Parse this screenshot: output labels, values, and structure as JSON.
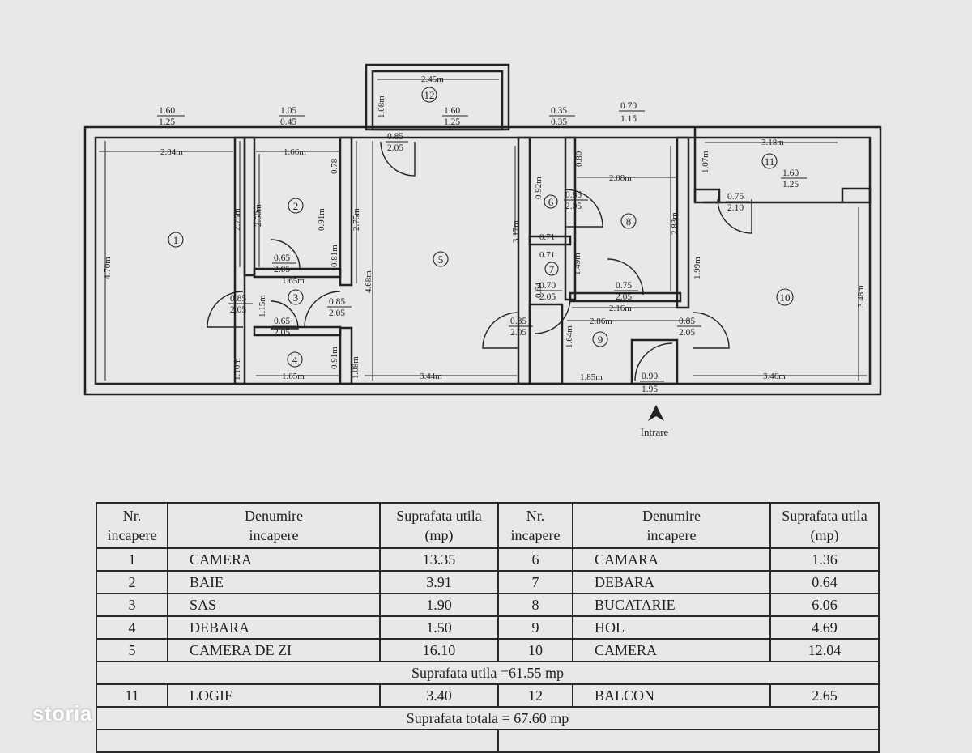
{
  "plan": {
    "entrance_label": "Intrare",
    "rooms": [
      {
        "num": "1"
      },
      {
        "num": "2"
      },
      {
        "num": "3"
      },
      {
        "num": "4"
      },
      {
        "num": "5"
      },
      {
        "num": "6"
      },
      {
        "num": "7"
      },
      {
        "num": "8"
      },
      {
        "num": "9"
      },
      {
        "num": "10"
      },
      {
        "num": "11"
      },
      {
        "num": "12"
      }
    ],
    "dimensions": [
      "2.84m",
      "1.66m",
      "2.45m",
      "3.18m",
      "2.08m",
      "4.70m",
      "2.75m",
      "2.50m",
      "2.75m",
      "0.78",
      "0.91m",
      "0.81m",
      "1.65m",
      "1.15m",
      "1.10m",
      "1.65m",
      "0.91m",
      "1.08m",
      "4.68m",
      "3.44m",
      "3.17m",
      "0.92m",
      "0.71",
      "0.71",
      "0.64",
      "1.49m",
      "2.16m",
      "2.86m",
      "1.64m",
      "1.85m",
      "2.83m",
      "1.99m",
      "3.48m",
      "3.46m",
      "1.07m",
      "1.08m",
      "0.80"
    ],
    "openings": [
      {
        "top": "1.60",
        "bottom": "1.25"
      },
      {
        "top": "1.05",
        "bottom": "0.45"
      },
      {
        "top": "0.35",
        "bottom": "0.35"
      },
      {
        "top": "0.70",
        "bottom": "1.15"
      },
      {
        "top": "1.60",
        "bottom": "1.25"
      },
      {
        "top": "1.60",
        "bottom": "1.25"
      },
      {
        "top": "0.85",
        "bottom": "2.05"
      },
      {
        "top": "0.85",
        "bottom": "2.05"
      },
      {
        "top": "0.75",
        "bottom": "2.10"
      },
      {
        "top": "0.65",
        "bottom": "2.05"
      },
      {
        "top": "0.85",
        "bottom": "2.05"
      },
      {
        "top": "0.85",
        "bottom": "2.05"
      },
      {
        "top": "0.65",
        "bottom": "2.05"
      },
      {
        "top": "0.70",
        "bottom": "2.05"
      },
      {
        "top": "0.75",
        "bottom": "2.05"
      },
      {
        "top": "0.85",
        "bottom": "2.05"
      },
      {
        "top": "0.85",
        "bottom": "2.05"
      },
      {
        "top": "0.90",
        "bottom": "1.95"
      }
    ]
  },
  "table": {
    "headers": {
      "nr": [
        "Nr.",
        "incapere"
      ],
      "name": [
        "Denumire",
        "incapere"
      ],
      "area": [
        "Suprafata utila",
        "(mp)"
      ]
    },
    "rows": [
      {
        "n1": "1",
        "name1": "CAMERA",
        "a1": "13.35",
        "n2": "6",
        "name2": "CAMARA",
        "a2": "1.36"
      },
      {
        "n1": "2",
        "name1": "BAIE",
        "a1": "3.91",
        "n2": "7",
        "name2": "DEBARA",
        "a2": "0.64"
      },
      {
        "n1": "3",
        "name1": "SAS",
        "a1": "1.90",
        "n2": "8",
        "name2": "BUCATARIE",
        "a2": "6.06"
      },
      {
        "n1": "4",
        "name1": "DEBARA",
        "a1": "1.50",
        "n2": "9",
        "name2": "HOL",
        "a2": "4.69"
      },
      {
        "n1": "5",
        "name1": "CAMERA DE ZI",
        "a1": "16.10",
        "n2": "10",
        "name2": "CAMERA",
        "a2": "12.04"
      }
    ],
    "usable_total": "Suprafata utila =61.55 mp",
    "extra_row": {
      "n1": "11",
      "name1": "LOGIE",
      "a1": "3.40",
      "n2": "12",
      "name2": "BALCON",
      "a2": "2.65"
    },
    "grand_total": "Suprafata totala = 67.60  mp"
  },
  "watermark": "storia"
}
